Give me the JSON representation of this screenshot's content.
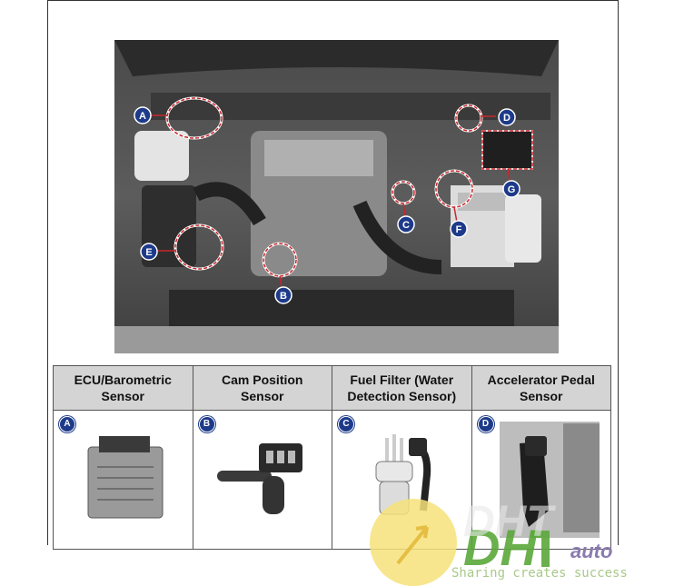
{
  "figure": {
    "callouts": [
      "A",
      "B",
      "C",
      "D",
      "E",
      "F",
      "G"
    ]
  },
  "table": {
    "headers": [
      {
        "line1": "ECU/Barometric",
        "line2": "Sensor"
      },
      {
        "line1": "Cam Position",
        "line2": "Sensor"
      },
      {
        "line1": "Fuel Filter (Water",
        "line2": "Detection Sensor)"
      },
      {
        "line1": "Accelerator Pedal",
        "line2": "Sensor"
      }
    ],
    "badges": [
      "A",
      "B",
      "C",
      "D"
    ]
  },
  "watermark": {
    "logo_text": "DHT",
    "brand": "auto",
    "tagline": "Sharing creates success"
  },
  "colors": {
    "badge": "#1d3a8a",
    "callout_ring": "#c8272d",
    "header_bg": "#d4d4d4",
    "watermark_green": "#5aa83a",
    "watermark_yellow": "#f6e27a"
  }
}
